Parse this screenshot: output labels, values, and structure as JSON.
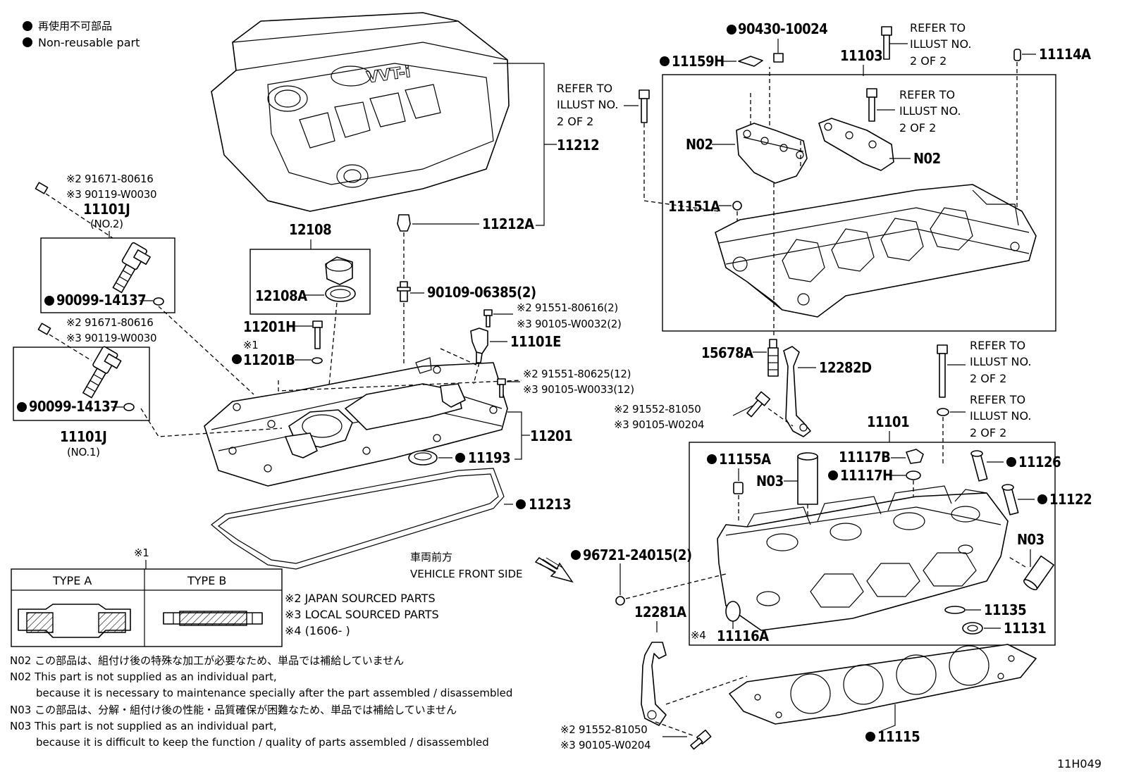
{
  "legend": {
    "jp": "再使用不可部品",
    "en": "Non-reusable part"
  },
  "footer_code": "11H049",
  "direction": {
    "jp": "車両前方",
    "en": "VEHICLE FRONT SIDE"
  },
  "type_table": {
    "mark": "※1",
    "col_a": "TYPE A",
    "col_b": "TYPE B"
  },
  "sourcing_notes": [
    "※2 JAPAN SOURCED PARTS",
    "※3 LOCAL SOURCED PARTS",
    "※4 (1606-        )"
  ],
  "footnotes": [
    "N02 この部品は、組付け後の特殊な加工が必要なため、単品では補給していません",
    "N02 This part is not supplied as an individual part,",
    "because it is necessary to maintenance specially after the part assembled / disassembled",
    "N03 この部品は、分解・組付け後の性能・品質確保が困難なため、単品では補給していません",
    "N03 This part is not supplied as an individual part,",
    "because it is difficult to keep the function / quality of parts assembled / disassembled"
  ],
  "refer": {
    "line1": "REFER TO",
    "line2": "ILLUST NO.",
    "line3": "2 OF 2"
  },
  "labels": {
    "p11212": "11212",
    "p11212A": "11212A",
    "p12108": "12108",
    "p12108A": "12108A",
    "p90109": "90109-06385(2)",
    "p11201H": "11201H",
    "p11201B_mark": "※1",
    "p11201B": "11201B",
    "p11201": "11201",
    "p11193": "11193",
    "p11213": "11213",
    "p11101E": "11101E",
    "p91551_a2": "※2 91551-80616(2)",
    "p90105_a3": "※3 90105-W0032(2)",
    "p91551_b2": "※2 91551-80625(12)",
    "p90105_b3": "※3 90105-W0033(12)",
    "vvt2_a": "※2 91671-80616",
    "vvt2_b": "※3 90119-W0030",
    "vvt2_name": "11101J",
    "vvt2_no": "(NO.2)",
    "vvt2_oring": "90099-14137",
    "vvt1_a": "※2 91671-80616",
    "vvt1_b": "※3 90119-W0030",
    "vvt1_oring": "90099-14137",
    "vvt1_name": "11101J",
    "vvt1_no": "(NO.1)",
    "p90430": "90430-10024",
    "p11159H": "11159H",
    "p11103": "11103",
    "p11114A": "11114A",
    "n02_left": "N02",
    "n02_right": "N02",
    "p11151A": "11151A",
    "p15678A": "15678A",
    "p12282D": "12282D",
    "p91552_a2": "※2 91552-81050",
    "p90105_c3": "※3 90105-W0204",
    "p11101": "11101",
    "p11117B": "11117B",
    "p11117H": "11117H",
    "p11155A": "11155A",
    "n03_a": "N03",
    "n03_b": "N03",
    "p11126": "11126",
    "p11122": "11122",
    "p96721": "96721-24015(2)",
    "p11135": "11135",
    "p11131": "11131",
    "p11116A_mark": "※4",
    "p11116A": "11116A",
    "p12281A": "12281A",
    "p91552_b2": "※2 91552-81050",
    "p90105_d3": "※3 90105-W0204",
    "p11115": "11115"
  }
}
